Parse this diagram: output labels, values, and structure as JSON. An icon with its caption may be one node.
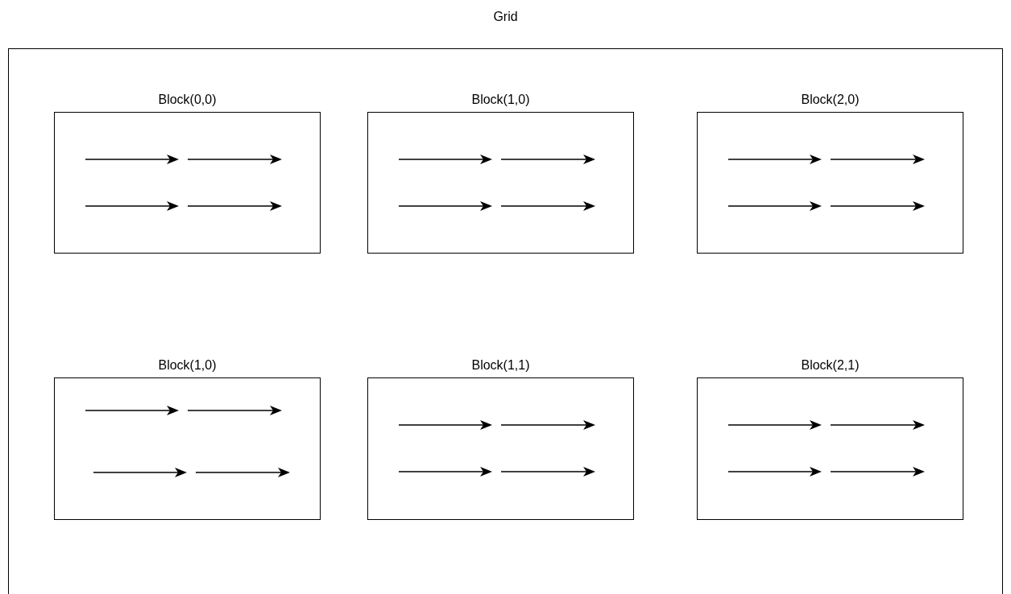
{
  "diagram": {
    "nodes": [
      {
        "text": [
          "Grid"
        ]
      },
      {
        "text": [
          "Block(0,0)"
        ],
        "in": 0
      },
      {
        "text": [
          "Block(1,0)"
        ],
        "in": 0
      },
      {
        "text": [
          "Block(2,0)"
        ],
        "in": 0
      },
      {
        "text": [
          "Block(1,0)"
        ],
        "in": 0
      },
      {
        "text": [
          "Block(1,1)"
        ],
        "in": 0
      },
      {
        "text": [
          "Block(2,1)"
        ],
        "in": 0
      }
    ]
  }
}
